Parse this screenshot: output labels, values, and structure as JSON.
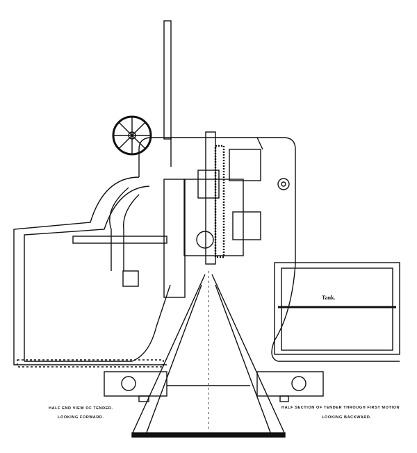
{
  "drawing": {
    "left_caption": {
      "line1": "Half end view of tender.",
      "line2": "Looking forward."
    },
    "right_caption": {
      "line1": "Half section of tender through first motion",
      "line2": "Looking backward."
    },
    "tank_label": "Tank.",
    "ink_color": "#111111",
    "paper_color": "#ffffff"
  }
}
